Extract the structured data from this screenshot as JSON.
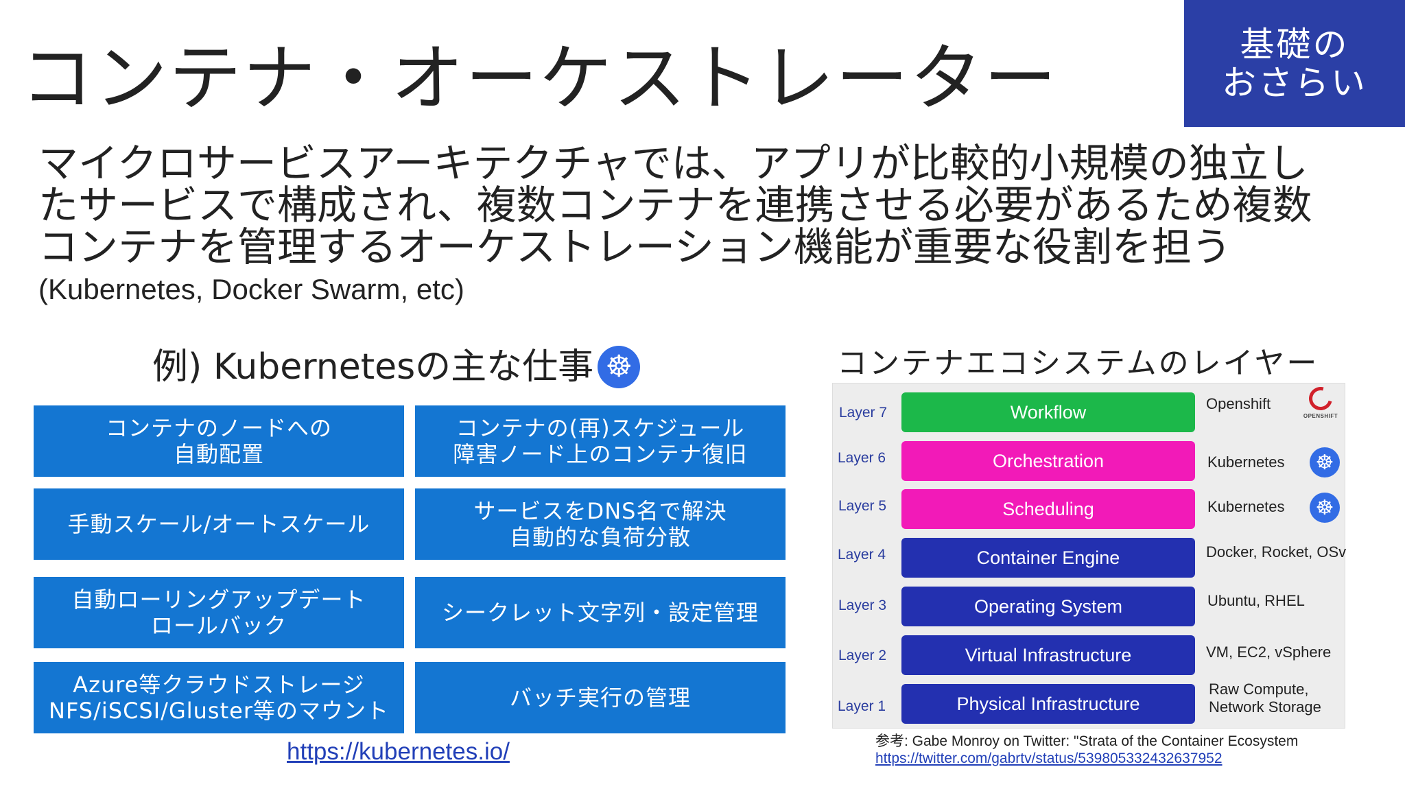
{
  "slide": {
    "title": "コンテナ・オーケストレーター",
    "badge": {
      "line1": "基礎の",
      "line2": "おさらい",
      "color": "#2b3fa6"
    },
    "lead": {
      "line1": "マイクロサービスアーキテクチャでは、アプリが比較的小規模の独立し",
      "line2": "たサービスで構成され、複数コンテナを連携させる必要があるため複数",
      "line3": "コンテナを管理するオーケストレーション機能が重要な役割を担う",
      "sub": "(Kubernetes, Docker Swarm, etc)"
    }
  },
  "kubernetes": {
    "title": "例) Kubernetesの主な仕事",
    "icon": "kubernetes-helm-wheel-icon",
    "tile_color": "#1476d2",
    "tasks": [
      {
        "line1": "コンテナのノードへの",
        "line2": "自動配置"
      },
      {
        "line1": "コンテナの(再)スケジュール",
        "line2": "障害ノード上のコンテナ復旧"
      },
      {
        "line1": "手動スケール/オートスケール",
        "line2": ""
      },
      {
        "line1": "サービスをDNS名で解決",
        "line2": "自動的な負荷分散"
      },
      {
        "line1": "自動ローリングアップデート",
        "line2": "ロールバック"
      },
      {
        "line1": "シークレット文字列・設定管理",
        "line2": ""
      },
      {
        "line1": "Azure等クラウドストレージ",
        "line2": "NFS/iSCSI/Gluster等のマウント"
      },
      {
        "line1": "バッチ実行の管理",
        "line2": ""
      }
    ],
    "link": "https://kubernetes.io/"
  },
  "ecosystem": {
    "title": "コンテナエコシステムのレイヤー",
    "layers": [
      {
        "label": "Layer 7",
        "name": "Workflow",
        "color": "#1cb84a",
        "tech1": "Openshift",
        "tech2": "",
        "logo": "openshift-icon"
      },
      {
        "label": "Layer 6",
        "name": "Orchestration",
        "color": "#f21ab8",
        "tech1": "Kubernetes",
        "tech2": "",
        "logo": "kubernetes-icon"
      },
      {
        "label": "Layer 5",
        "name": "Scheduling",
        "color": "#f21ab8",
        "tech1": "Kubernetes",
        "tech2": "",
        "logo": "kubernetes-icon"
      },
      {
        "label": "Layer 4",
        "name": "Container Engine",
        "color": "#2330b0",
        "tech1": "Docker, Rocket, OSv",
        "tech2": ""
      },
      {
        "label": "Layer 3",
        "name": "Operating System",
        "color": "#2330b0",
        "tech1": "Ubuntu, RHEL",
        "tech2": ""
      },
      {
        "label": "Layer 2",
        "name": "Virtual Infrastructure",
        "color": "#2330b0",
        "tech1": "VM, EC2, vSphere",
        "tech2": ""
      },
      {
        "label": "Layer 1",
        "name": "Physical Infrastructure",
        "color": "#2330b0",
        "tech1": "Raw Compute,",
        "tech2": "Network Storage"
      }
    ],
    "openshift_wordmark": "OPENSHIFT",
    "reference": "参考: Gabe Monroy on Twitter: \"Strata of the Container Ecosystem",
    "reference_url": "https://twitter.com/gabrtv/status/539805332432637952"
  }
}
